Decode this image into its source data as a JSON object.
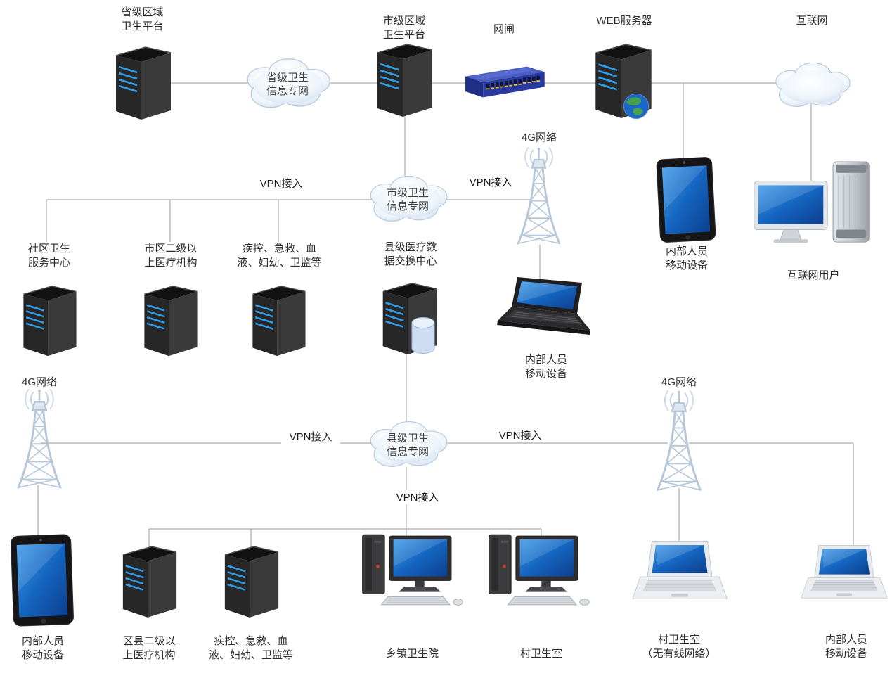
{
  "diagram": {
    "labels": {
      "vpn_access": "VPN接入"
    },
    "nodes": {
      "provincial_platform": {
        "type": "server",
        "label": "省级区域\n卫生平台"
      },
      "provincial_network": {
        "type": "cloud",
        "label": "省级卫生\n信息专网"
      },
      "municipal_platform": {
        "type": "server",
        "label": "市级区域\n卫生平台"
      },
      "network_gate": {
        "type": "switch",
        "label": "网闸"
      },
      "web_server": {
        "type": "server-globe",
        "label": "WEB服务器"
      },
      "internet": {
        "type": "cloud",
        "label": "互联网"
      },
      "municipal_network": {
        "type": "cloud",
        "label": "市级卫生\n信息专网"
      },
      "tower_4g_top": {
        "type": "cell-tower",
        "label": "4G网络"
      },
      "internal_tablet_top": {
        "type": "tablet",
        "label": "内部人员\n移动设备"
      },
      "internet_user": {
        "type": "desktop",
        "label": "互联网用户"
      },
      "community_center": {
        "type": "server",
        "label": "社区卫生\n服务中心"
      },
      "municipal_hospitals": {
        "type": "server",
        "label": "市区二级以\n上医疗机构"
      },
      "city_cdc": {
        "type": "server",
        "label": "疾控、急救、血\n液、妇幼、卫监等"
      },
      "county_exchange": {
        "type": "server-database",
        "label": "县级医疗数\n据交换中心"
      },
      "internal_laptop_mid": {
        "type": "laptop",
        "label": "内部人员\n移动设备"
      },
      "tower_4g_left": {
        "type": "cell-tower",
        "label": "4G网络"
      },
      "county_network": {
        "type": "cloud",
        "label": "县级卫生\n信息专网"
      },
      "tower_4g_right": {
        "type": "cell-tower",
        "label": "4G网络"
      },
      "internal_tablet_bottom": {
        "type": "tablet",
        "label": "内部人员\n移动设备"
      },
      "county_hospitals": {
        "type": "server",
        "label": "区县二级以\n上医疗机构"
      },
      "county_cdc": {
        "type": "server",
        "label": "疾控、急救、血\n液、妇幼、卫监等"
      },
      "township_clinic": {
        "type": "workstation",
        "label": "乡镇卫生院"
      },
      "village_clinic": {
        "type": "workstation",
        "label": "村卫生室"
      },
      "village_clinic_wireless": {
        "type": "laptop",
        "label": "村卫生室\n（无有线网络）"
      },
      "internal_laptop_bottom": {
        "type": "laptop",
        "label": "内部人员\n移动设备"
      }
    },
    "colors": {
      "screen_blue": "#1565c0",
      "server_body": "#2a2a2a",
      "switch_navy": "#2b3aa0",
      "cloud_fill": "#dce8f4",
      "connector_gray": "#a8adb3"
    }
  }
}
